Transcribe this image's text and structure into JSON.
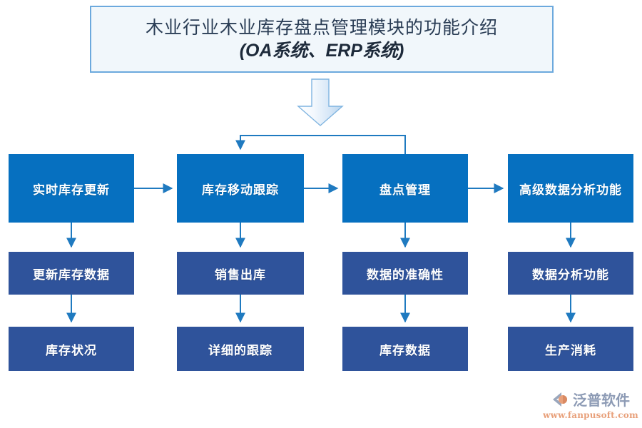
{
  "title": {
    "line1": "木业行业木业库存盘点管理模块的功能介绍",
    "line2": "(OA系统、ERP系统)"
  },
  "colors": {
    "level1_box": "#0670c0",
    "level2_box": "#2f539b",
    "connector": "#1f7ac0",
    "title_border": "#6ca9dd",
    "title_fill": "#f1f7fb",
    "arrow_fill": "#cfe3f5",
    "background": "#ffffff"
  },
  "flow": {
    "columns": [
      {
        "level1": "实时库存更新",
        "level2": "更新库存数据",
        "level3": "库存状况"
      },
      {
        "level1": "库存移动跟踪",
        "level2": "销售出库",
        "level3": "详细的跟踪"
      },
      {
        "level1": "盘点管理",
        "level2": "数据的准确性",
        "level3": "库存数据"
      },
      {
        "level1": "高级数据分析功能",
        "level2": "数据分析功能",
        "level3": "生产消耗"
      }
    ]
  },
  "watermark": {
    "brand": "泛普软件",
    "url": "www.fanpusoft.com"
  }
}
